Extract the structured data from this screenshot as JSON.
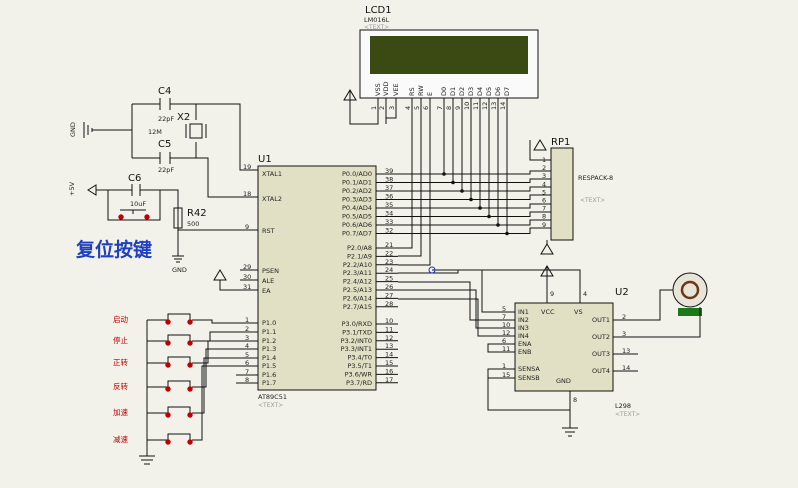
{
  "lcd": {
    "ref": "LCD1",
    "part": "LM016L",
    "placeholder": "<TEXT>",
    "pins": [
      "VSS",
      "VDD",
      "VEE",
      "RS",
      "RW",
      "E",
      "D0",
      "D1",
      "D2",
      "D3",
      "D4",
      "D5",
      "D6",
      "D7"
    ],
    "pin_numbers": [
      "1",
      "2",
      "3",
      "4",
      "5",
      "6",
      "7",
      "8",
      "9",
      "10",
      "11",
      "12",
      "13",
      "14"
    ],
    "screen_color": "#3b4a12"
  },
  "mcu": {
    "ref": "U1",
    "part": "AT89C51",
    "placeholder": "<TEXT>",
    "left_pins": [
      {
        "num": "19",
        "name": "XTAL1"
      },
      {
        "num": "18",
        "name": "XTAL2"
      },
      {
        "num": "9",
        "name": "RST"
      },
      {
        "num": "29",
        "name": "PSEN"
      },
      {
        "num": "30",
        "name": "ALE"
      },
      {
        "num": "31",
        "name": "EA"
      },
      {
        "num": "1",
        "name": "P1.0"
      },
      {
        "num": "2",
        "name": "P1.1"
      },
      {
        "num": "3",
        "name": "P1.2"
      },
      {
        "num": "4",
        "name": "P1.3"
      },
      {
        "num": "5",
        "name": "P1.4"
      },
      {
        "num": "6",
        "name": "P1.5"
      },
      {
        "num": "7",
        "name": "P1.6"
      },
      {
        "num": "8",
        "name": "P1.7"
      }
    ],
    "p0_pins": [
      {
        "num": "39",
        "name": "P0.0/AD0"
      },
      {
        "num": "38",
        "name": "P0.1/AD1"
      },
      {
        "num": "37",
        "name": "P0.2/AD2"
      },
      {
        "num": "36",
        "name": "P0.3/AD3"
      },
      {
        "num": "35",
        "name": "P0.4/AD4"
      },
      {
        "num": "34",
        "name": "P0.5/AD5"
      },
      {
        "num": "33",
        "name": "P0.6/AD6"
      },
      {
        "num": "32",
        "name": "P0.7/AD7"
      }
    ],
    "p2_pins": [
      {
        "num": "21",
        "name": "P2.0/A8"
      },
      {
        "num": "22",
        "name": "P2.1/A9"
      },
      {
        "num": "23",
        "name": "P2.2/A10"
      },
      {
        "num": "24",
        "name": "P2.3/A11"
      },
      {
        "num": "25",
        "name": "P2.4/A12"
      },
      {
        "num": "26",
        "name": "P2.5/A13"
      },
      {
        "num": "27",
        "name": "P2.6/A14"
      },
      {
        "num": "28",
        "name": "P2.7/A15"
      }
    ],
    "p3_pins": [
      {
        "num": "10",
        "name": "P3.0/RXD"
      },
      {
        "num": "11",
        "name": "P3.1/TXD"
      },
      {
        "num": "12",
        "name": "P3.2/INT0"
      },
      {
        "num": "13",
        "name": "P3.3/INT1"
      },
      {
        "num": "14",
        "name": "P3.4/T0"
      },
      {
        "num": "15",
        "name": "P3.5/T1"
      },
      {
        "num": "16",
        "name": "P3.6/WR"
      },
      {
        "num": "17",
        "name": "P3.7/RD"
      }
    ]
  },
  "rp1": {
    "ref": "RP1",
    "part": "RESPACK-8",
    "placeholder": "<TEXT>",
    "pin_numbers": [
      "1",
      "2",
      "3",
      "4",
      "5",
      "6",
      "7",
      "8",
      "9"
    ]
  },
  "driver": {
    "ref": "U2",
    "part": "L298",
    "placeholder": "<TEXT>",
    "left_pins": [
      {
        "num": "5",
        "name": "IN1"
      },
      {
        "num": "7",
        "name": "IN2"
      },
      {
        "num": "10",
        "name": "IN3"
      },
      {
        "num": "12",
        "name": "IN4"
      },
      {
        "num": "6",
        "name": "ENA"
      },
      {
        "num": "11",
        "name": "ENB"
      },
      {
        "num": "1",
        "name": "SENSA"
      },
      {
        "num": "15",
        "name": "SENSB"
      }
    ],
    "right_pins": [
      {
        "num": "2",
        "name": "OUT1"
      },
      {
        "num": "3",
        "name": "OUT2"
      },
      {
        "num": "13",
        "name": "OUT3"
      },
      {
        "num": "14",
        "name": "OUT4"
      }
    ],
    "top_pins": [
      {
        "num": "9",
        "name": "VCC"
      },
      {
        "num": "4",
        "name": "VS"
      }
    ],
    "bottom_pins": [
      {
        "num": "8",
        "name": "GND"
      }
    ]
  },
  "crystal": {
    "ref": "X2",
    "value": "12M"
  },
  "c4": {
    "ref": "C4",
    "value": "22pF"
  },
  "c5": {
    "ref": "C5",
    "value": "22pF"
  },
  "c6": {
    "ref": "C6",
    "value": "10uF"
  },
  "r42": {
    "ref": "R42",
    "value": "500"
  },
  "power": {
    "gnd": "GND",
    "vcc": "+5V"
  },
  "reset_caption": "复位按键",
  "buttons": [
    {
      "label": "启动"
    },
    {
      "label": "停止"
    },
    {
      "label": "正转"
    },
    {
      "label": "反转"
    },
    {
      "label": "加速"
    },
    {
      "label": "减速"
    }
  ],
  "colors": {
    "wire": "#111111",
    "button": "#c00000",
    "caption": "#1f3fbf",
    "motor_tag": "#1a7a1a"
  }
}
